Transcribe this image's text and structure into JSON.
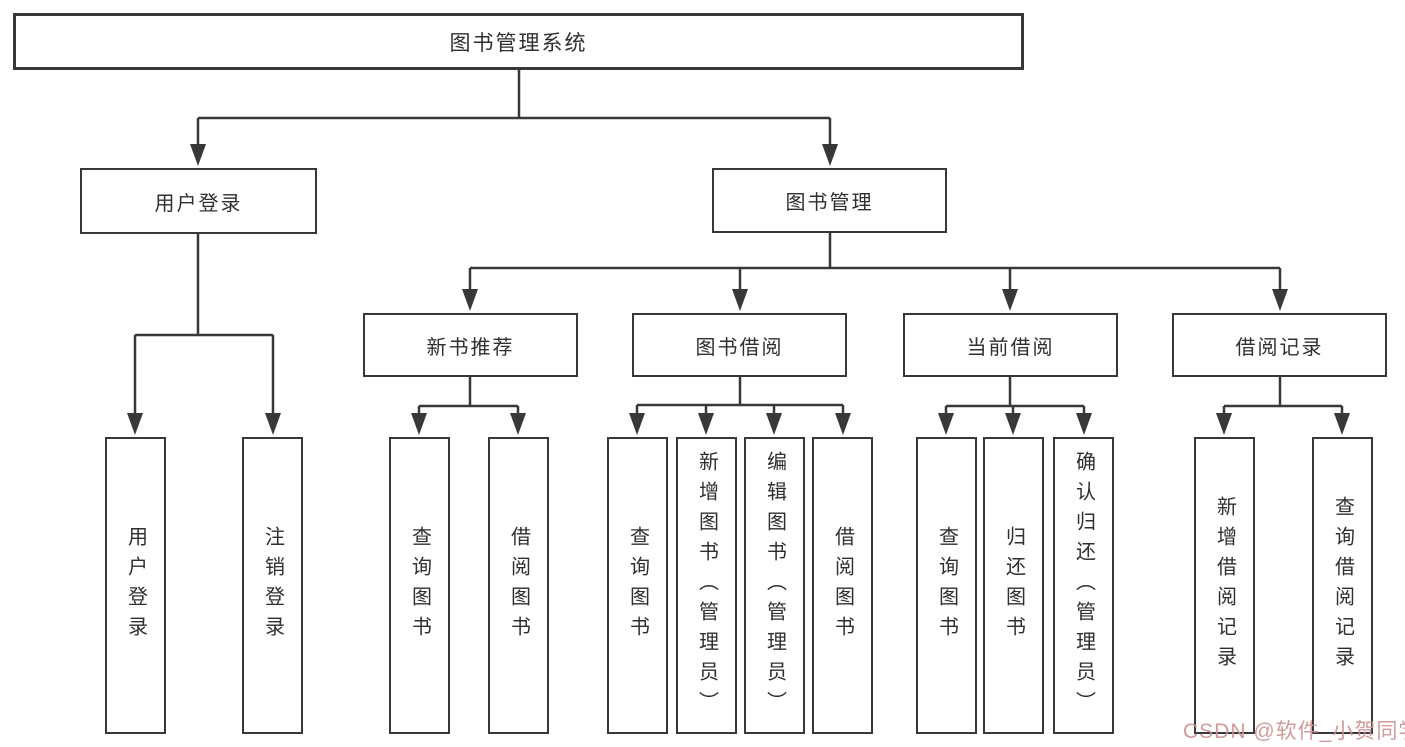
{
  "colors": {
    "line": "#383838",
    "text": "#2f2f2f",
    "background": "#ffffff",
    "watermark": "#cc9090"
  },
  "watermark": {
    "text": "CSDN @软件_小贺同学"
  },
  "diagram": {
    "type": "hierarchy-tree",
    "root": {
      "label": "图书管理系统",
      "children": [
        {
          "label": "用户登录",
          "children": [
            {
              "label": "用户登录"
            },
            {
              "label": "注销登录"
            }
          ]
        },
        {
          "label": "图书管理",
          "children": [
            {
              "label": "新书推荐",
              "children": [
                {
                  "label": "查询图书"
                },
                {
                  "label": "借阅图书"
                }
              ]
            },
            {
              "label": "图书借阅",
              "children": [
                {
                  "label": "查询图书"
                },
                {
                  "label": "新增图书（管理员）"
                },
                {
                  "label": "编辑图书（管理员）"
                },
                {
                  "label": "借阅图书"
                }
              ]
            },
            {
              "label": "当前借阅",
              "children": [
                {
                  "label": "查询图书"
                },
                {
                  "label": "归还图书"
                },
                {
                  "label": "确认归还（管理员）"
                }
              ]
            },
            {
              "label": "借阅记录",
              "children": [
                {
                  "label": "新增借阅记录"
                },
                {
                  "label": "查询借阅记录"
                }
              ]
            }
          ]
        }
      ]
    }
  }
}
